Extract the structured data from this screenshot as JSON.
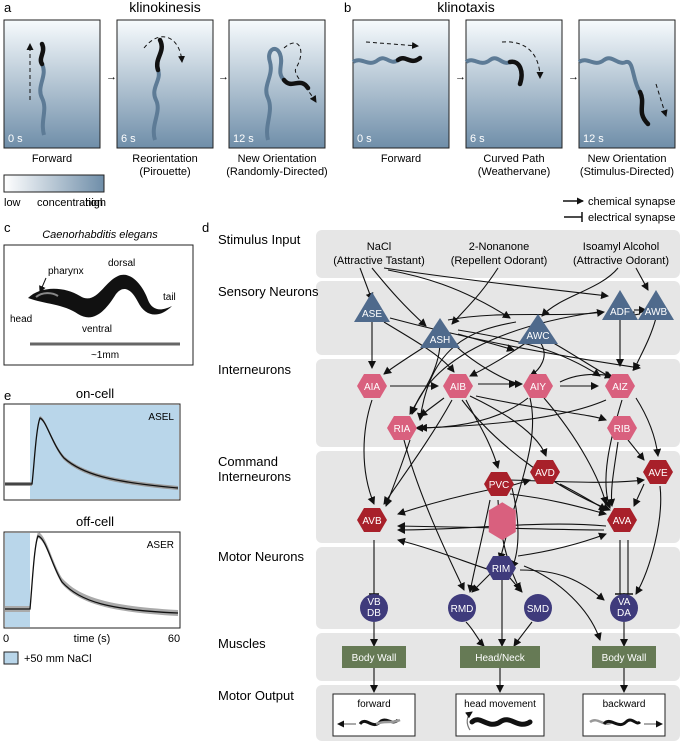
{
  "panel_a": {
    "letter": "a",
    "title": "klinokinesis",
    "frames": [
      {
        "time": "0 s",
        "caption1": "Forward",
        "caption2": ""
      },
      {
        "time": "6 s",
        "caption1": "Reorientation",
        "caption2": "(Pirouette)"
      },
      {
        "time": "12 s",
        "caption1": "New Orientation",
        "caption2": "(Randomly-Directed)"
      }
    ],
    "scale": {
      "low": "low",
      "mid": "concentration",
      "high": "high"
    }
  },
  "panel_b": {
    "letter": "b",
    "title": "klinotaxis",
    "frames": [
      {
        "time": "0 s",
        "caption1": "Forward",
        "caption2": ""
      },
      {
        "time": "6 s",
        "caption1": "Curved Path",
        "caption2": "(Weathervane)"
      },
      {
        "time": "12 s",
        "caption1": "New Orientation",
        "caption2": "(Stimulus-Directed)"
      }
    ]
  },
  "legend": {
    "chemical": "chemical synapse",
    "electrical": "electrical synapse"
  },
  "panel_c": {
    "letter": "c",
    "title": "Caenorhabditis elegans",
    "labels": {
      "pharynx": "pharynx",
      "dorsal": "dorsal",
      "head": "head",
      "ventral": "ventral",
      "tail": "tail"
    },
    "scale": "~1mm"
  },
  "panel_d": {
    "letter": "d",
    "rows": [
      "Stimulus Input",
      "Sensory Neurons",
      "Interneurons",
      "Command",
      "Interneurons",
      "Motor Neurons",
      "Muscles",
      "Motor Output"
    ],
    "stimuli": [
      {
        "name": "NaCl",
        "desc": "(Attractive Tastant)"
      },
      {
        "name": "2-Nonanone",
        "desc": "(Repellent Odorant)"
      },
      {
        "name": "Isoamyl Alcohol",
        "desc": "(Attractive Odorant)"
      }
    ],
    "sensory": [
      "ASE",
      "ASH",
      "AWC",
      "ADF",
      "AWB"
    ],
    "inter": [
      "AIA",
      "AIB",
      "AIY",
      "AIZ",
      "RIA",
      "RIB"
    ],
    "command": [
      "PVC",
      "AVD",
      "AVE",
      "AVB",
      "AVA"
    ],
    "motor": [
      "RIM",
      "VB",
      "DB",
      "RMD",
      "SMD",
      "VA",
      "DA"
    ],
    "muscles": [
      "Body Wall",
      "Head/Neck",
      "Body Wall"
    ],
    "outputs": [
      "forward",
      "head movement",
      "backward"
    ]
  },
  "panel_e": {
    "letter": "e",
    "on_title": "on-cell",
    "on_label": "ASEL",
    "off_title": "off-cell",
    "off_label": "ASER",
    "x_start": "0",
    "x_label": "time (s)",
    "x_end": "60",
    "legend": "+50 mm NaCl"
  },
  "colors": {
    "sensory": "#4f6a8c",
    "inter": "#d9607e",
    "command": "#a8202a",
    "motor": "#3f3b7c",
    "muscle": "#667a55",
    "row_bg": "#e6e6e6",
    "stim_blue": "#b9d6ea"
  }
}
